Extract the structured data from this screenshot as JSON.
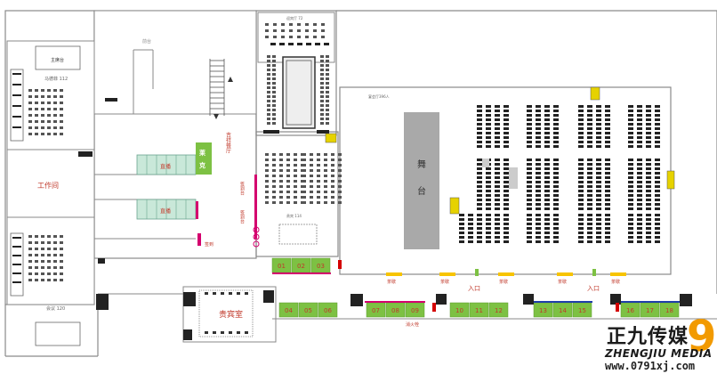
{
  "labels": {
    "stage": "舞台",
    "hall_cap": "宴会厅396人",
    "workroom": "工作间",
    "meeting_left_top": "马德菲 112",
    "meeting_left_bottom": "会议 120",
    "vip": "贵宾室",
    "live_top": "直播",
    "live_mid": "直播",
    "restaurant": "吉祥餐厅",
    "entry_left": "入口",
    "entry_right": "入口",
    "tea_vert": "茶歇",
    "signin": "签到",
    "exhibit": "展区",
    "fire_hydrant": "消火栓",
    "top_room": "迎宾厅 72",
    "center_room": "贵宾 114",
    "top_area": "前台",
    "top_left_title": "主席台"
  },
  "booths": [
    "01",
    "02",
    "03",
    "04",
    "05",
    "06",
    "07",
    "08",
    "09",
    "10",
    "11",
    "12",
    "13",
    "14",
    "15",
    "16",
    "17",
    "18"
  ],
  "tea_break": "茶歇",
  "brand": {
    "cn": "正九传媒",
    "num": "9",
    "en": "ZHENGJIU MEDIA",
    "url": "www.0791xj.com"
  },
  "colors": {
    "booth_green": "#7dc143",
    "booth_text": "#c0392b",
    "accent_magenta": "#d4006e",
    "stage_gray": "#a9a9a9",
    "live_teal": "#c9e8d9",
    "restaurant_green": "#7dc143",
    "wall": "#8a8a8a",
    "brand_orange": "#f29a00"
  }
}
